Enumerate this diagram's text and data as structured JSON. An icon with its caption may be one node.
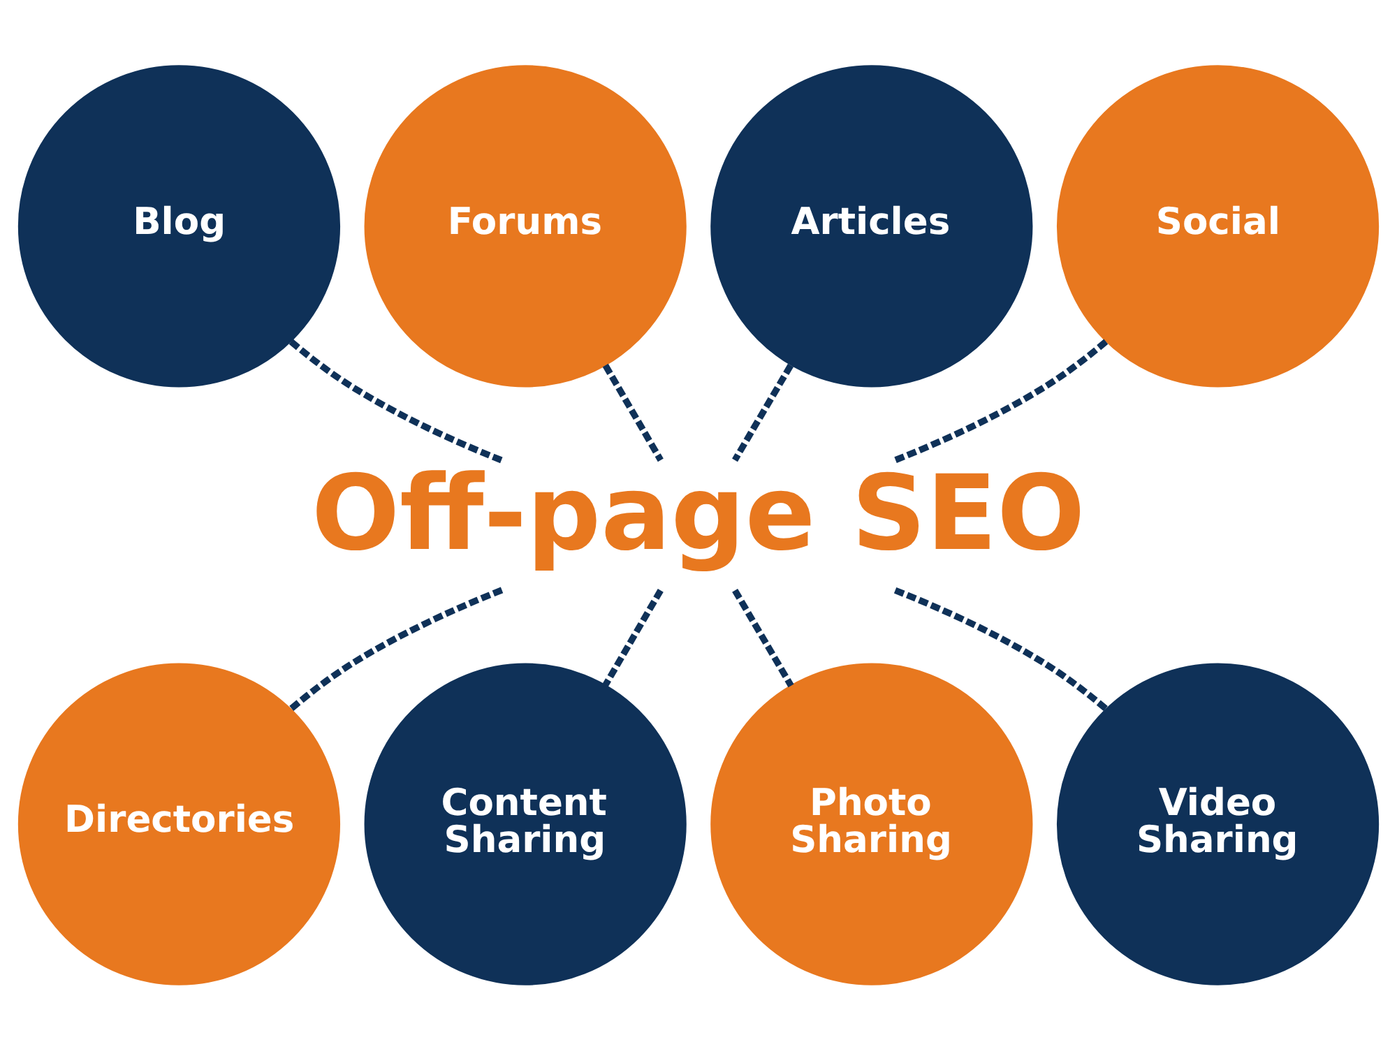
{
  "diagram": {
    "nodes": [
      {
        "text": [
          "Blog"
        ]
      },
      {
        "text": [
          "Forums"
        ]
      },
      {
        "text": [
          "Articles"
        ]
      },
      {
        "text": [
          "Social"
        ]
      },
      {
        "text": [
          "Off-page SEO"
        ]
      },
      {
        "text": [
          "Directories"
        ]
      },
      {
        "text": [
          "Content Sharing"
        ]
      },
      {
        "text": [
          "Photo Sharing"
        ]
      },
      {
        "text": [
          "Video Sharing"
        ]
      }
    ],
    "edges": [
      {
        "from": 0,
        "to": 4,
        "arrow": "none",
        "style": "dashed"
      },
      {
        "from": 1,
        "to": 4,
        "arrow": "none",
        "style": "dashed"
      },
      {
        "from": 2,
        "to": 4,
        "arrow": "none",
        "style": "dashed"
      },
      {
        "from": 3,
        "to": 4,
        "arrow": "none",
        "style": "dashed"
      },
      {
        "from": 4,
        "to": 5,
        "arrow": "none",
        "style": "dashed"
      },
      {
        "from": 4,
        "to": 6,
        "arrow": "none",
        "style": "dashed"
      },
      {
        "from": 4,
        "to": 7,
        "arrow": "none",
        "style": "dashed"
      },
      {
        "from": 4,
        "to": 8,
        "arrow": "none",
        "style": "dashed"
      }
    ]
  }
}
